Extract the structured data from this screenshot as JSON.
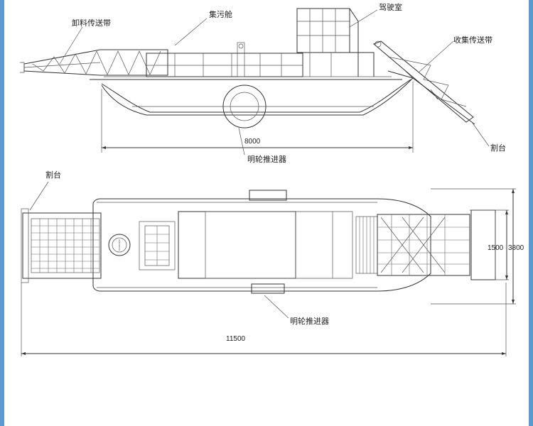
{
  "side_view": {
    "labels": {
      "unloading_conveyor": "卸料传送带",
      "sewage_hold": "集污舱",
      "cockpit": "驾驶室",
      "collection_conveyor": "收集传送带",
      "cutting_platform": "割台",
      "paddle_propeller": "明轮推进器"
    },
    "dimensions": {
      "length": "8000"
    }
  },
  "top_view": {
    "labels": {
      "cutting_platform": "割台",
      "paddle_propeller": "明轮推进器"
    },
    "dimensions": {
      "overall_length": "11500",
      "inner_width": "1500",
      "overall_width": "3800"
    }
  },
  "colors": {
    "frame": "#5b9ad0",
    "line": "#333333"
  }
}
